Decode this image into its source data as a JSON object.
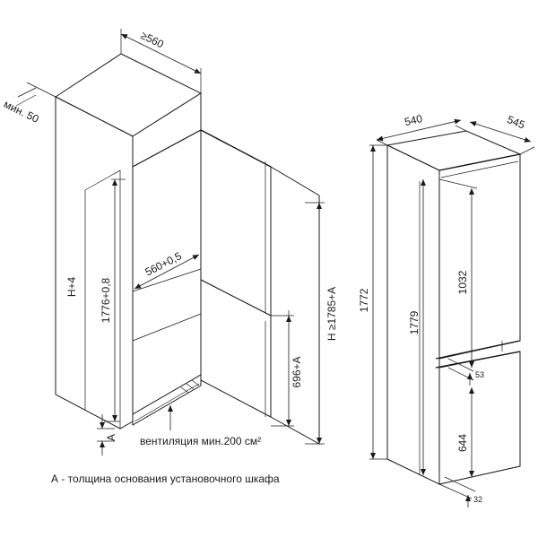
{
  "left_view": {
    "depth_label": "≥560",
    "offset_label": "мин. 50",
    "niche_height_label": "H+4",
    "door_height_label": "1776+0,8",
    "inner_width_label": "560+0,5",
    "bottom_height_label": "696+A",
    "total_height_label": "H ≥1785+A",
    "base_label": "A",
    "vent_label": "вентиляция мин.200 см²"
  },
  "right_view": {
    "width_label": "540",
    "depth_label": "545",
    "height_label": "1772",
    "body_height_label": "1779",
    "upper_door_label": "1032",
    "gap_label": "53",
    "lower_door_label": "644",
    "bottom_label": "32"
  },
  "footnote": "А - толщина основания установочного шкафа"
}
